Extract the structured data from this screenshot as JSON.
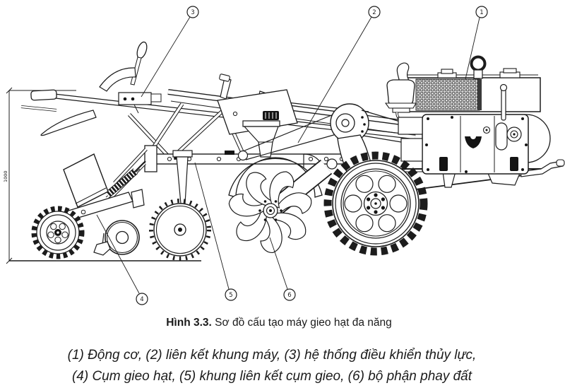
{
  "figure": {
    "caption": {
      "label": "Hình 3.3.",
      "text": " Sơ đồ cấu tạo máy gieo hạt đa năng"
    },
    "legend": {
      "line1": "(1) Động cơ, (2) liên kết khung máy, (3) hệ thống điều khiển thủy lực,",
      "line2": "(4) Cụm gieo hạt, (5) khung liên kết cụm gieo, (6) bộ phận phay đất"
    }
  },
  "diagram": {
    "dimension_label": "1000",
    "callouts": [
      {
        "number": "1",
        "part": "Động cơ"
      },
      {
        "number": "2",
        "part": "liên kết khung máy"
      },
      {
        "number": "3",
        "part": "hệ thống điều khiển thủy lực"
      },
      {
        "number": "4",
        "part": "Cụm gieo hạt"
      },
      {
        "number": "5",
        "part": "khung liên kết cụm gieo"
      },
      {
        "number": "6",
        "part": "bộ phận phay đất"
      }
    ],
    "colors": {
      "ink": "#1c1c1c",
      "background": "#ffffff"
    }
  }
}
